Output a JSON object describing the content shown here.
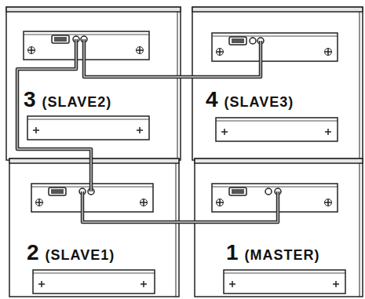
{
  "diagram": {
    "nodes": [
      {
        "text": [
          "3",
          "(SLAVE2)"
        ]
      },
      {
        "text": [
          "4",
          "(SLAVE3)"
        ]
      },
      {
        "text": [
          "2",
          "(SLAVE1)"
        ]
      },
      {
        "text": [
          "1",
          "(MASTER)"
        ]
      }
    ],
    "edges": [
      {
        "from": 3,
        "to": 2,
        "arrow": "none"
      },
      {
        "from": 2,
        "to": 0,
        "arrow": "none"
      },
      {
        "from": 0,
        "to": 1,
        "arrow": "none"
      }
    ]
  }
}
